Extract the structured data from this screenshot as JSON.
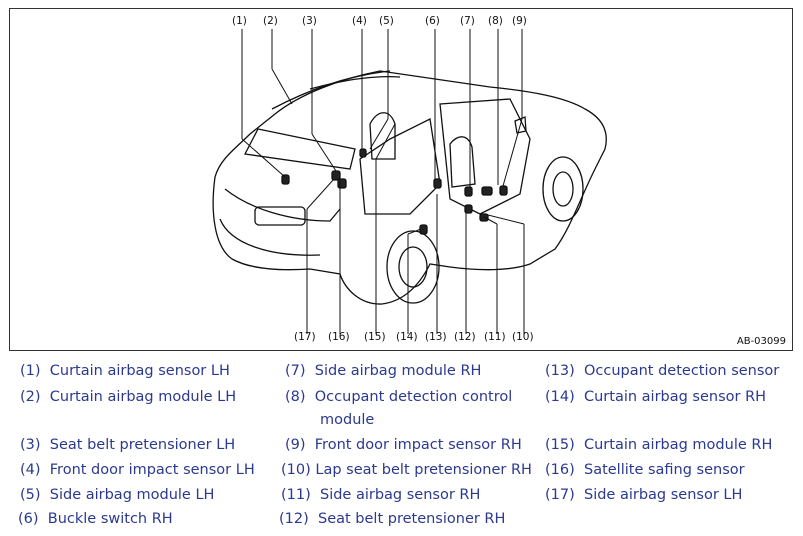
{
  "figure_id": "AB-03099",
  "callouts": {
    "top": [
      "(1)",
      "(2)",
      "(3)",
      "(4)",
      "(5)",
      "(6)",
      "(7)",
      "(8)",
      "(9)"
    ],
    "bottom": [
      "(17)",
      "(16)",
      "(15)",
      "(14)",
      "(13)",
      "(12)",
      "(11)",
      "(10)"
    ]
  },
  "legend": [
    {
      "num": "(1)",
      "label": "Curtain airbag sensor LH"
    },
    {
      "num": "(2)",
      "label": "Curtain airbag module LH"
    },
    {
      "num": "(3)",
      "label": "Seat belt pretensioner LH"
    },
    {
      "num": "(4)",
      "label": "Front door impact sensor LH"
    },
    {
      "num": "(5)",
      "label": "Side airbag module LH"
    },
    {
      "num": "(6)",
      "label": "Buckle switch RH"
    },
    {
      "num": "(7)",
      "label": "Side airbag module RH"
    },
    {
      "num": "(8)",
      "label": "Occupant detection control",
      "label2": "module"
    },
    {
      "num": "(9)",
      "label": "Front door impact sensor RH"
    },
    {
      "num": "(10)",
      "label": "Lap seat belt pretensioner RH"
    },
    {
      "num": "(11)",
      "label": "Side airbag sensor RH"
    },
    {
      "num": "(12)",
      "label": "Seat belt pretensioner RH"
    },
    {
      "num": "(13)",
      "label": "Occupant detection sensor"
    },
    {
      "num": "(14)",
      "label": "Curtain airbag sensor RH"
    },
    {
      "num": "(15)",
      "label": "Curtain airbag module RH"
    },
    {
      "num": "(16)",
      "label": "Satellite safing sensor"
    },
    {
      "num": "(17)",
      "label": "Side airbag sensor LH"
    }
  ]
}
